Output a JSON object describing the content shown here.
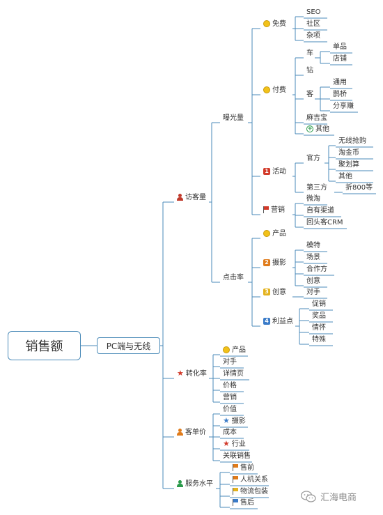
{
  "root": "销售额",
  "branch": "PC端与无线",
  "colors": {
    "line": "#4a8ab8",
    "red": "#d23a2a",
    "orange": "#e07b1a",
    "yellow": "#e3b21d",
    "green": "#2a9a4a",
    "blue": "#3a7bc8",
    "brown": "#c0392b"
  },
  "tree": {
    "visitors": "访客量",
    "exposure": "曝光量",
    "free": "免费",
    "free_items": [
      "SEO",
      "社区",
      "杂项"
    ],
    "paid": "付费",
    "che": "车",
    "che_items": [
      "单品",
      "店铺"
    ],
    "zuan": "钻",
    "ke": "客",
    "ke_items": [
      "通用",
      "鹊桥",
      "分享赚"
    ],
    "majibao": "麻吉宝",
    "paid_other": "其他",
    "activity": "活动",
    "official": "官方",
    "official_items": [
      "无线抢购",
      "淘金币",
      "聚划算",
      "其他"
    ],
    "third": "第三方",
    "third_item": "折800等",
    "marketing": "营销",
    "marketing_items": [
      "微淘",
      "自有渠道",
      "回头客CRM"
    ],
    "ctr": "点击率",
    "product": "产品",
    "photo": "摄影",
    "photo_items": [
      "模特",
      "场景",
      "合作方",
      "创意"
    ],
    "idea": "创意",
    "idea_item": "对手",
    "benefit": "利益点",
    "benefit_items": [
      "促销",
      "奖品",
      "情怀",
      "特殊"
    ],
    "conversion": "转化率",
    "conv_items": [
      "产品",
      "对手",
      "详情页",
      "价格",
      "营销"
    ],
    "aov": "客单价",
    "aov_items": [
      "价值",
      "摄影",
      "成本",
      "行业",
      "关联销售"
    ],
    "service": "服务水平",
    "service_items": [
      "售前",
      "人机关系",
      "物流包装",
      "售后"
    ]
  },
  "logo": {
    "text": "汇海电商",
    "icon": "wechat-icon"
  }
}
